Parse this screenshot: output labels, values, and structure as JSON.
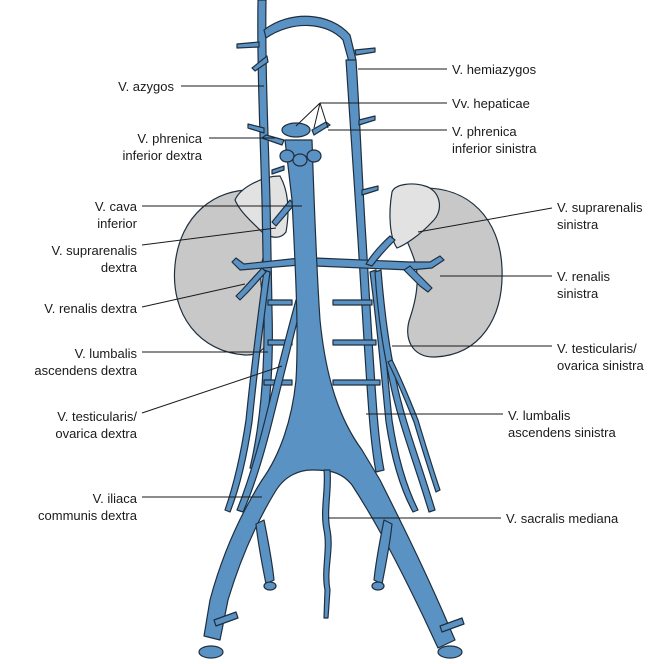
{
  "colors": {
    "vein_fill": "#5b92c4",
    "vein_stroke": "#1f2f3e",
    "kidney_fill": "#c8c8c8",
    "adrenal_fill": "#e2e2e2",
    "leader_line": "#1a1a1a",
    "background": "#ffffff"
  },
  "labels": {
    "azygos": [
      "V. azygos"
    ],
    "phrenica_dextra": [
      "V. phrenica",
      "inferior dextra"
    ],
    "cava_inferior": [
      "V. cava",
      "inferior"
    ],
    "suprarenalis_dextra": [
      "V. suprarenalis",
      "dextra"
    ],
    "renalis_dextra": [
      "V. renalis dextra"
    ],
    "lumbalis_dextra": [
      "V. lumbalis",
      "ascendens dextra"
    ],
    "testicularis_dextra": [
      "V. testicularis/",
      "ovarica dextra"
    ],
    "iliaca_dextra": [
      "V. iliaca",
      "communis dextra"
    ],
    "hemiazygos": [
      "V. hemiazygos"
    ],
    "hepaticae": [
      "Vv. hepaticae"
    ],
    "phrenica_sinistra": [
      "V. phrenica",
      "inferior sinistra"
    ],
    "suprarenalis_sinistra": [
      "V. suprarenalis",
      "sinistra"
    ],
    "renalis_sinistra": [
      "V. renalis",
      "sinistra"
    ],
    "testicularis_sinistra": [
      "V. testicularis/",
      "ovarica sinistra"
    ],
    "lumbalis_sinistra": [
      "V. lumbalis",
      "ascendens sinistra"
    ],
    "sacralis_mediana": [
      "V. sacralis mediana"
    ]
  }
}
